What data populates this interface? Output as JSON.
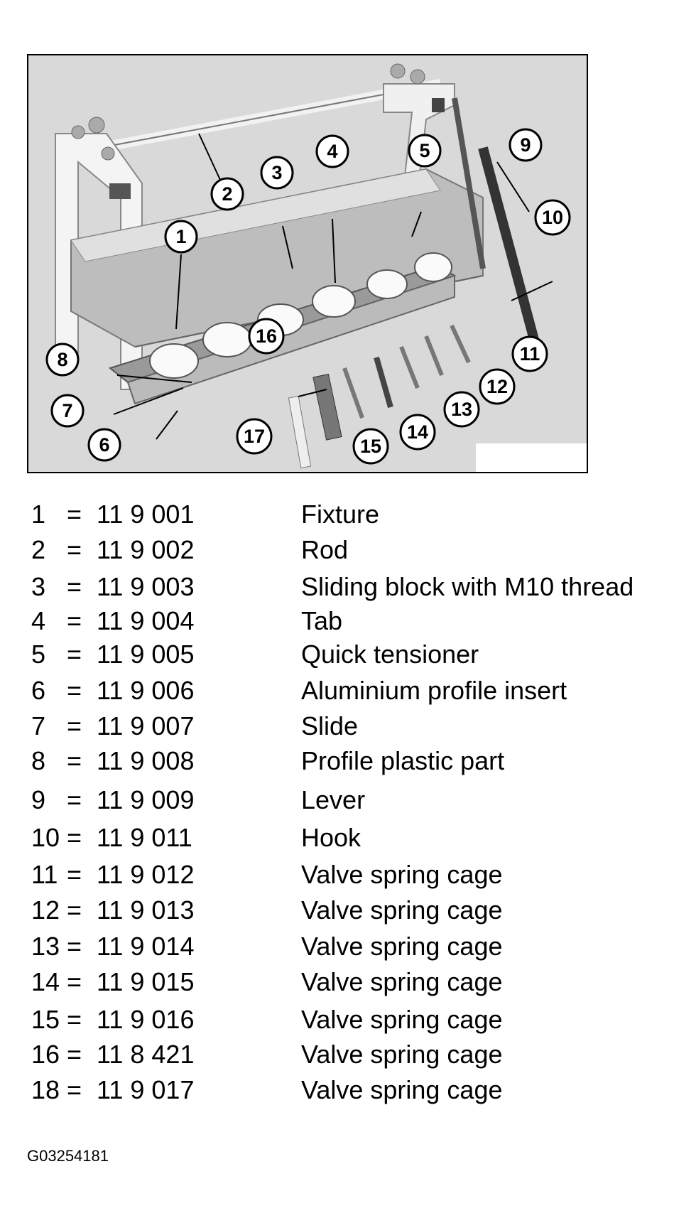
{
  "figure": {
    "callouts": [
      "1",
      "2",
      "3",
      "4",
      "5",
      "6",
      "7",
      "8",
      "9",
      "10",
      "11",
      "12",
      "13",
      "14",
      "15",
      "16",
      "17"
    ]
  },
  "parts": [
    {
      "num": "1",
      "eq": "=",
      "part_no": "11 9 001",
      "desc": "Fixture"
    },
    {
      "num": "2",
      "eq": "=",
      "part_no": "11 9 002",
      "desc": "Rod"
    },
    {
      "num": "3",
      "eq": "=",
      "part_no": "11 9 003",
      "desc": "Sliding block with M10 thread"
    },
    {
      "num": "4",
      "eq": "=",
      "part_no": "11 9 004",
      "desc": "Tab"
    },
    {
      "num": "5",
      "eq": "=",
      "part_no": "11 9 005",
      "desc": "Quick tensioner"
    },
    {
      "num": "6",
      "eq": "=",
      "part_no": "11 9 006",
      "desc": "Aluminium profile insert"
    },
    {
      "num": "7",
      "eq": "=",
      "part_no": "11 9 007",
      "desc": "Slide"
    },
    {
      "num": "8",
      "eq": "=",
      "part_no": "11 9 008",
      "desc": "Profile plastic part"
    },
    {
      "num": "9",
      "eq": "=",
      "part_no": "11 9 009",
      "desc": "Lever"
    },
    {
      "num": "10",
      "eq": "=",
      "part_no": "11 9 011",
      "desc": "Hook"
    },
    {
      "num": "11",
      "eq": "=",
      "part_no": "11 9 012",
      "desc": "Valve spring cage"
    },
    {
      "num": "12",
      "eq": "=",
      "part_no": "11 9 013",
      "desc": "Valve spring cage"
    },
    {
      "num": "13",
      "eq": "=",
      "part_no": "11 9 014",
      "desc": "Valve spring cage"
    },
    {
      "num": "14",
      "eq": "=",
      "part_no": "11 9 015",
      "desc": "Valve spring cage"
    },
    {
      "num": "15",
      "eq": "=",
      "part_no": "11 9 016",
      "desc": "Valve spring cage"
    },
    {
      "num": "16",
      "eq": "=",
      "part_no": "11 8 421",
      "desc": "Valve spring cage"
    },
    {
      "num": "18",
      "eq": "=",
      "part_no": "11 9 017",
      "desc": "Valve spring cage"
    }
  ],
  "doc_code": "G03254181"
}
